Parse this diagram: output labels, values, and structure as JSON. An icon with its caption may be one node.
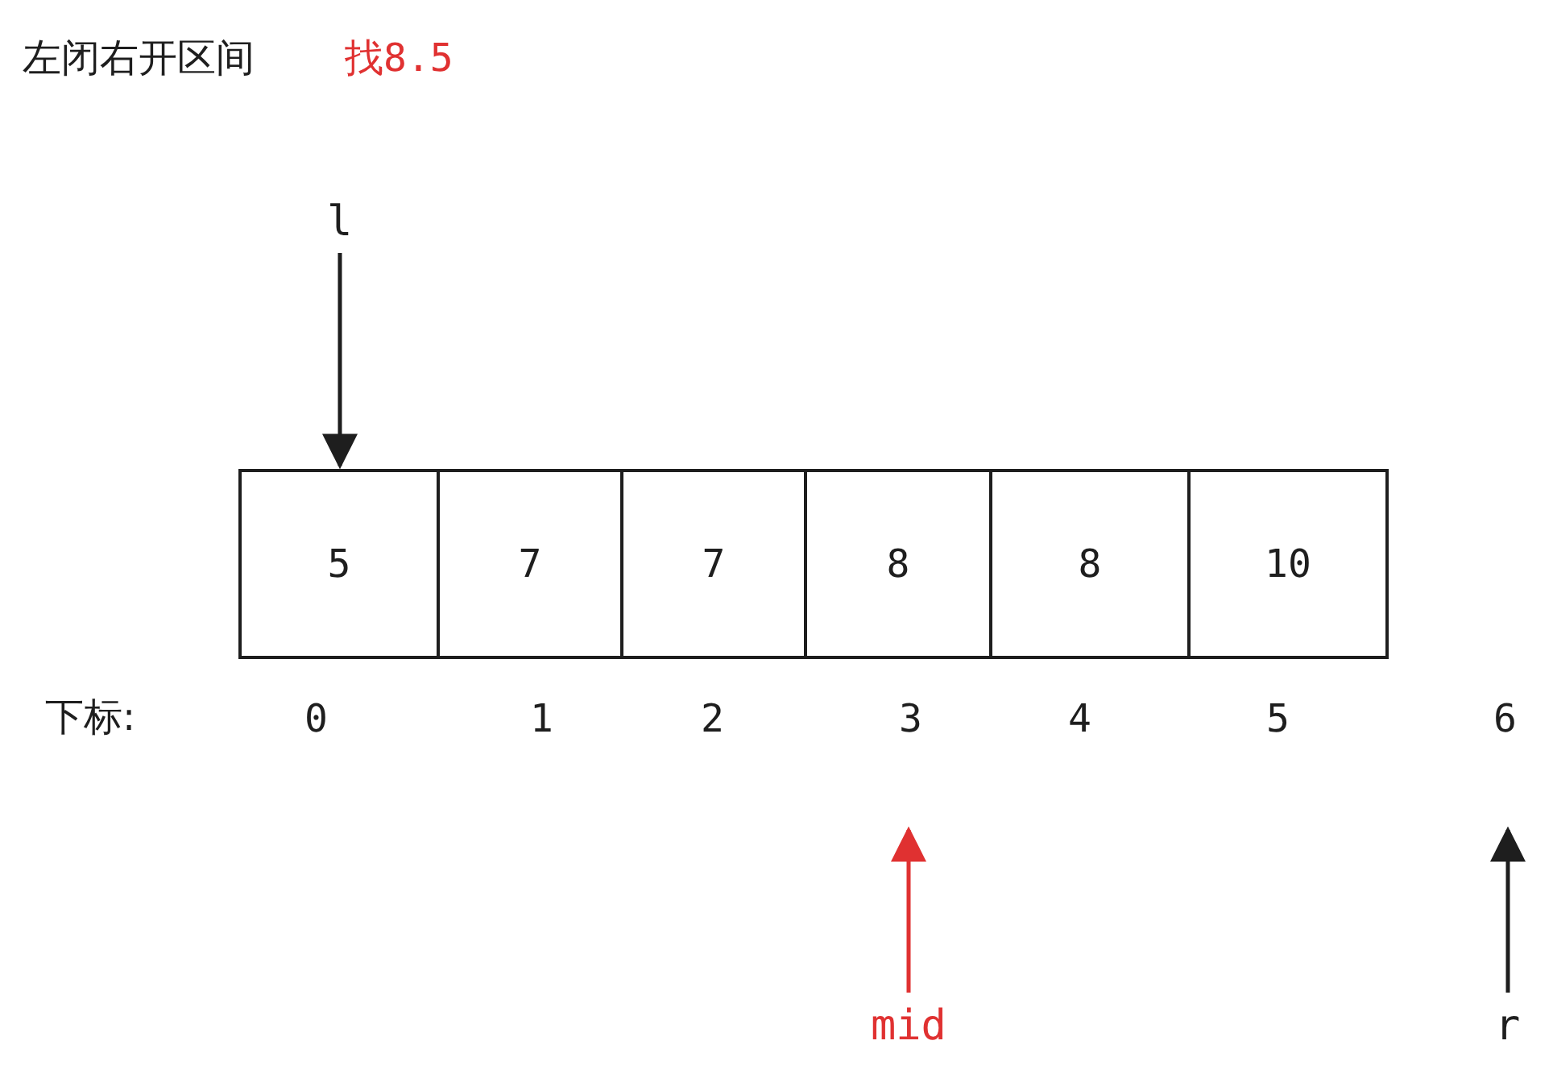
{
  "diagram": {
    "title": "左闭右开区间",
    "nodes": [
      {
        "text": [
          "5"
        ]
      },
      {
        "text": [
          "7"
        ]
      },
      {
        "text": [
          "7"
        ]
      },
      {
        "text": [
          "8"
        ]
      },
      {
        "text": [
          "8"
        ]
      },
      {
        "text": [
          "10"
        ]
      },
      {
        "text": [
          "l"
        ]
      },
      {
        "text": [
          "mid"
        ]
      },
      {
        "text": [
          "r"
        ]
      }
    ],
    "edges": [
      {
        "from": 6,
        "to": 0,
        "arrow": "to"
      },
      {
        "from": 7,
        "to": null,
        "arrow": "to",
        "color": "#e03131"
      },
      {
        "from": 8,
        "to": null,
        "arrow": "to"
      }
    ],
    "labels": [
      "找8.5",
      "下标:",
      "0",
      "1",
      "2",
      "3",
      "4",
      "5",
      "6"
    ]
  }
}
